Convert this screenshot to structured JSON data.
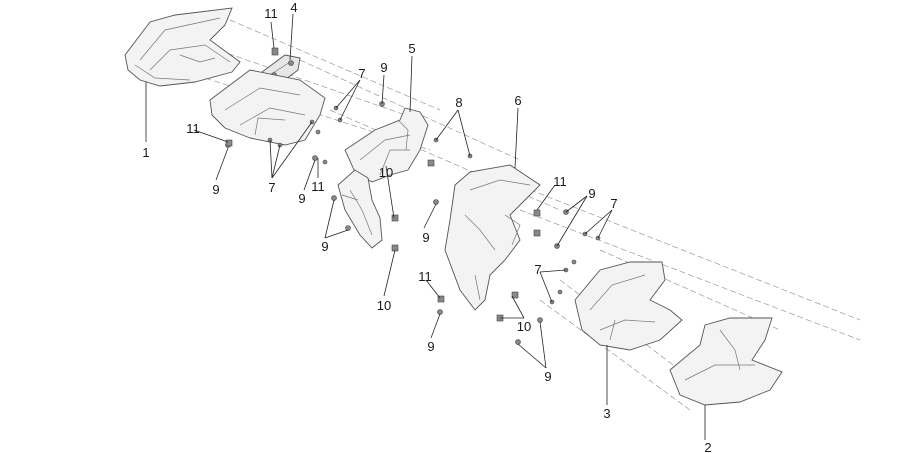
{
  "diagram": {
    "callouts": [
      {
        "id": "c1",
        "text": "1"
      },
      {
        "id": "c2",
        "text": "2"
      },
      {
        "id": "c3",
        "text": "3"
      },
      {
        "id": "c4",
        "text": "4"
      },
      {
        "id": "c5",
        "text": "5"
      },
      {
        "id": "c6",
        "text": "6"
      },
      {
        "id": "c7a",
        "text": "7"
      },
      {
        "id": "c7b",
        "text": "7"
      },
      {
        "id": "c7c",
        "text": "7"
      },
      {
        "id": "c7d",
        "text": "7"
      },
      {
        "id": "c8",
        "text": "8"
      },
      {
        "id": "c9a",
        "text": "9"
      },
      {
        "id": "c9b",
        "text": "9"
      },
      {
        "id": "c9c",
        "text": "9"
      },
      {
        "id": "c9d",
        "text": "9"
      },
      {
        "id": "c9e",
        "text": "9"
      },
      {
        "id": "c9f",
        "text": "9"
      },
      {
        "id": "c9g",
        "text": "9"
      },
      {
        "id": "c9h",
        "text": "9"
      },
      {
        "id": "c10a",
        "text": "10"
      },
      {
        "id": "c10b",
        "text": "10"
      },
      {
        "id": "c10c",
        "text": "10"
      },
      {
        "id": "c11a",
        "text": "11"
      },
      {
        "id": "c11b",
        "text": "11"
      },
      {
        "id": "c11c",
        "text": "11"
      },
      {
        "id": "c11d",
        "text": "11"
      },
      {
        "id": "c11e",
        "text": "11"
      }
    ]
  }
}
